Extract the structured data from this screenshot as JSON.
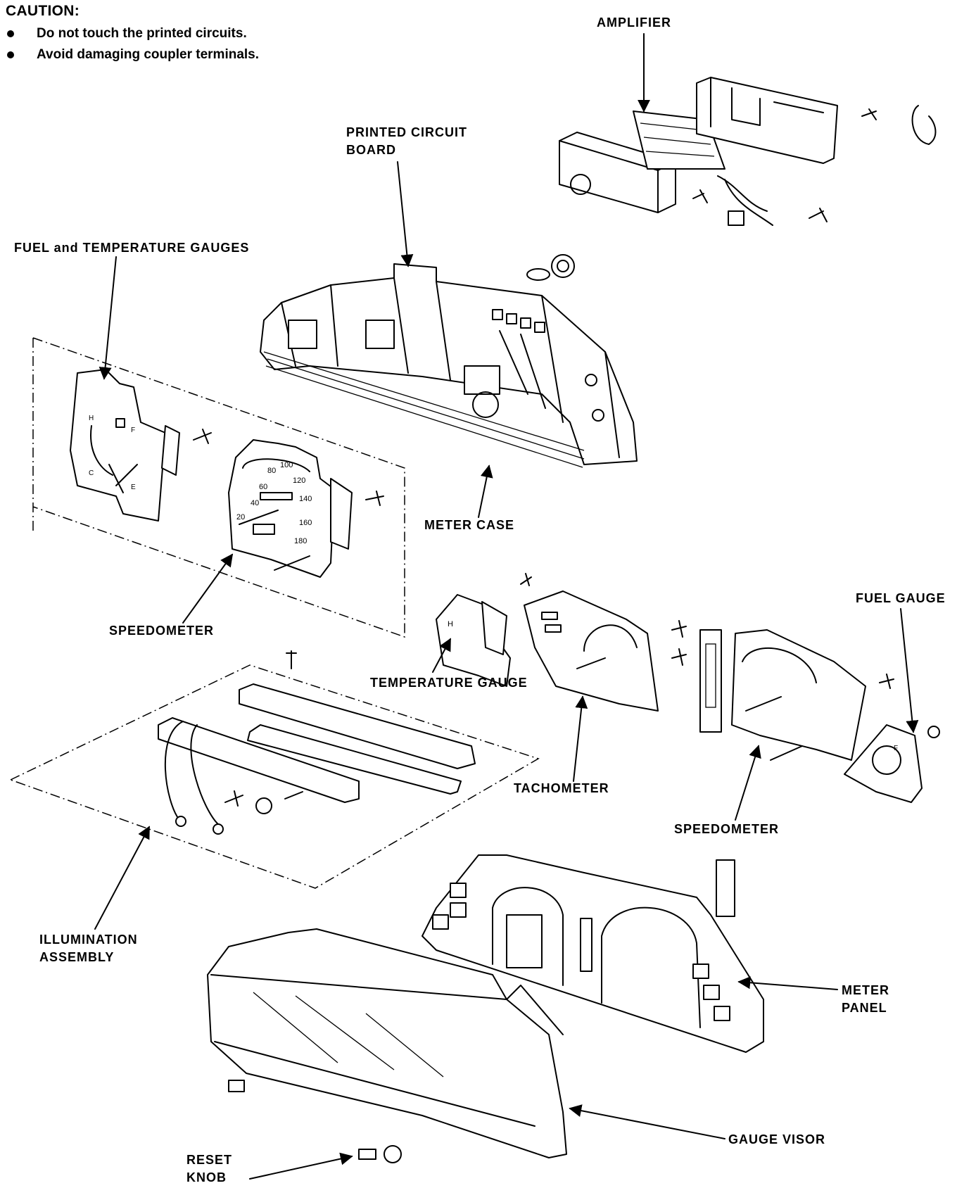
{
  "caution": {
    "title": "CAUTION:",
    "items": [
      "Do not touch the printed circuits.",
      "Avoid damaging coupler terminals."
    ]
  },
  "labels": {
    "amplifier": "AMPLIFIER",
    "printed_circuit_board": "PRINTED CIRCUIT\nBOARD",
    "fuel_temp_gauges": "FUEL and TEMPERATURE GAUGES",
    "meter_case": "METER CASE",
    "speedometer_left": "SPEEDOMETER",
    "temperature_gauge": "TEMPERATURE GAUGE",
    "tachometer": "TACHOMETER",
    "fuel_gauge": "FUEL GAUGE",
    "speedometer_right": "SPEEDOMETER",
    "illumination_assembly": "ILLUMINATION\nASSEMBLY",
    "meter_panel": "METER\nPANEL",
    "gauge_visor": "GAUGE VISOR",
    "reset_knob": "RESET\nKNOB"
  },
  "dial_numbers": [
    "20",
    "40",
    "60",
    "80",
    "100",
    "120",
    "140",
    "160",
    "180"
  ],
  "gauge_letters": {
    "hot": "H",
    "cold": "C",
    "full": "F",
    "empty": "E"
  }
}
